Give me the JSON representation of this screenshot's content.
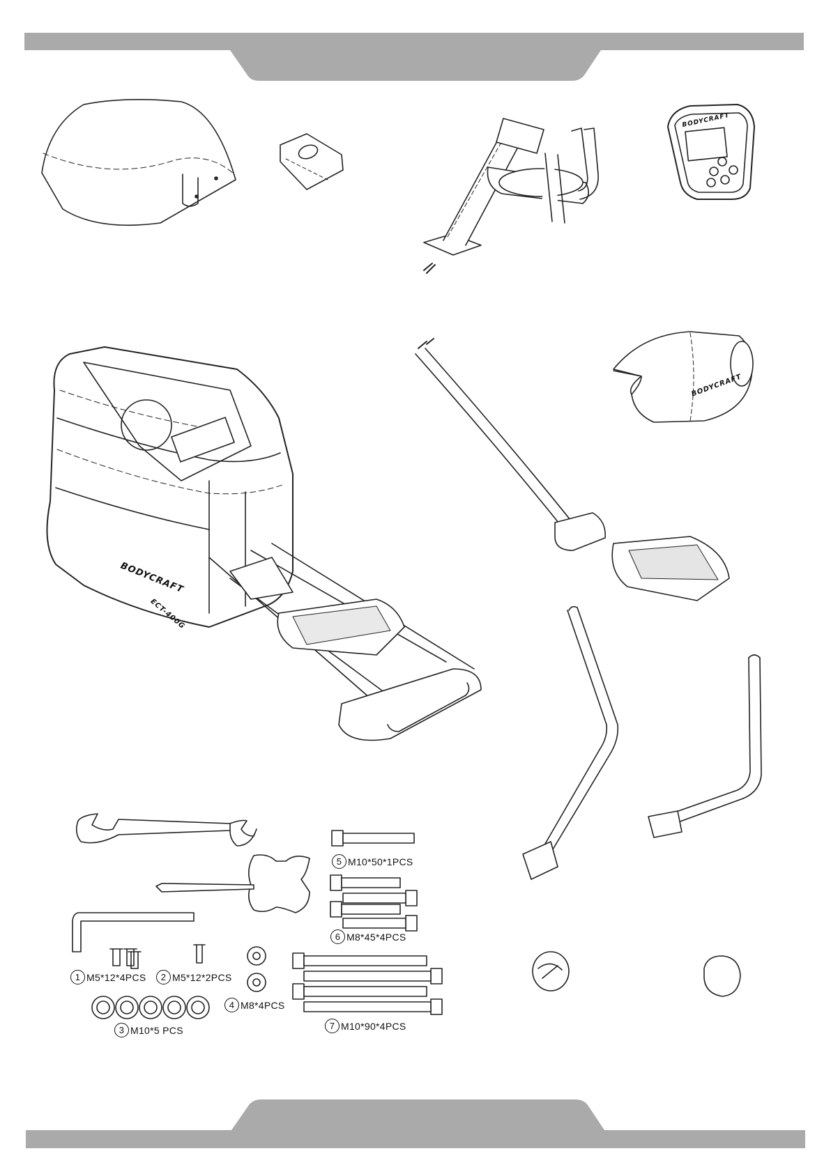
{
  "page": {
    "header_color": "#aaaaaa",
    "footer_color": "#aaaaaa"
  },
  "brand": {
    "logo": "BODYCRAFT",
    "model": "ECT-400G"
  },
  "hardware": [
    {
      "number": "1",
      "spec": "M5*12*4PCS"
    },
    {
      "number": "2",
      "spec": "M5*12*2PCS"
    },
    {
      "number": "3",
      "spec": "M10*5 PCS"
    },
    {
      "number": "4",
      "spec": "M8*4PCS"
    },
    {
      "number": "5",
      "spec": "M10*50*1PCS"
    },
    {
      "number": "6",
      "spec": "M8*45*4PCS"
    },
    {
      "number": "7",
      "spec": "M10*90*4PCS"
    }
  ]
}
